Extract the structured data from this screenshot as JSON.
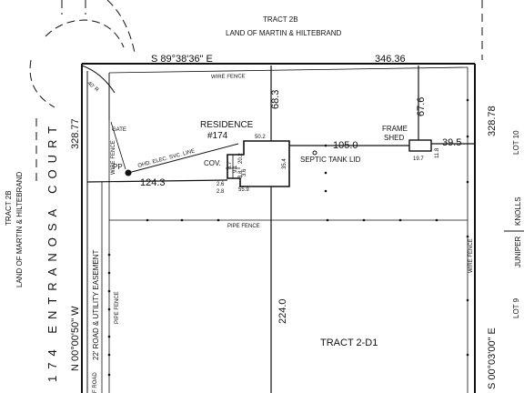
{
  "tract_top": {
    "line1": "TRACT 2B",
    "line2": "LAND OF MARTIN & HILTEBRAND"
  },
  "tract_left": {
    "line1": "TRACT 2B",
    "line2": "LAND OF MARTIN & HILTEBRAND"
  },
  "road": {
    "name": "174 ENTRANOSA COURT",
    "radius": "40' R"
  },
  "bearings": {
    "north": "S 89°38'36\" E",
    "west": "N 00°00'50\" W",
    "east": "S 00°03'00\" E"
  },
  "distances": {
    "north": "346.36",
    "west": "328.77",
    "east": "328.78",
    "house_to_north": "68.3",
    "house_to_shed": "105.0",
    "shed_to_north": "67.6",
    "shed_to_east": "39.5",
    "house_to_west": "124.3",
    "house_to_south": "224.0"
  },
  "residence": {
    "label": "RESIDENCE",
    "number": "#174",
    "dims": [
      "50.2",
      "35.4",
      "55.9",
      "20.2",
      "8.7",
      "9.1",
      "3.8",
      "2.6",
      "2.8",
      "3.6"
    ],
    "cov": "COV."
  },
  "shed": {
    "label1": "FRAME",
    "label2": "SHED",
    "dim_w": "19.7",
    "dim_h": "11.8"
  },
  "labels": {
    "wire_fence": "WIRE FENCE",
    "pipe_fence": "PIPE FENCE",
    "gate": "GATE",
    "pp": "PP",
    "elec_line": "OHD. ELEC. SVC. LINE",
    "septic": "SEPTIC TANK LID",
    "easement": "22' ROAD & UTILITY EASEMENT",
    "road_frag": "F ROAD"
  },
  "lots": {
    "lot10": "LOT 10",
    "lot9": "LOT 9",
    "juniper": "JUNIPER",
    "knolls": "KNOLLS"
  },
  "tract_main": "TRACT 2-D1"
}
